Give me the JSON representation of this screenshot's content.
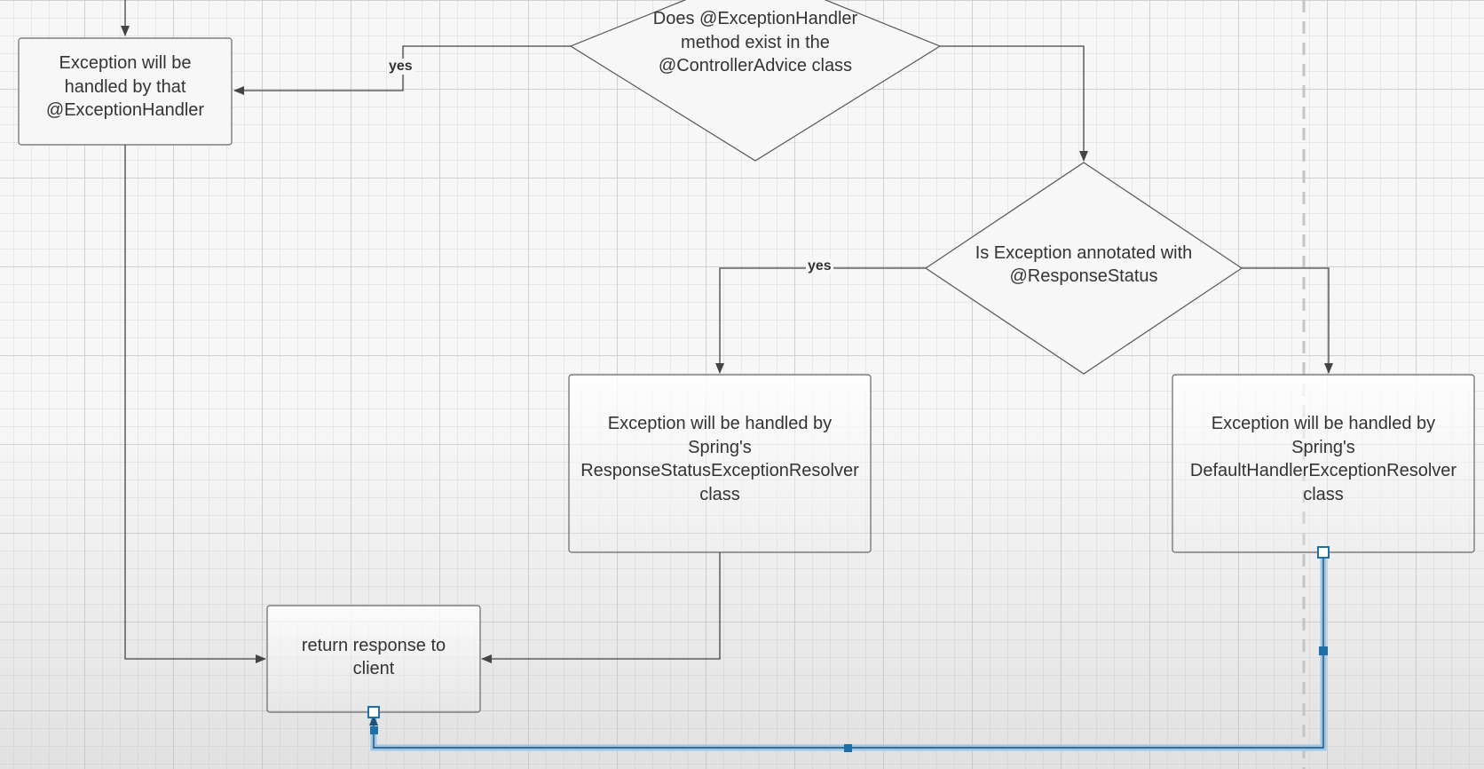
{
  "diagram": {
    "decisions": {
      "controller_advice": "Does @ExceptionHandler\nmethod exist in the\n@ControllerAdvice class",
      "response_status": "Is Exception annotated with\n@ResponseStatus"
    },
    "processes": {
      "handled_by_handler": "Exception will be\nhandled by that\n@ExceptionHandler",
      "response_status_resolver": "Exception will be handled by\nSpring's\nResponseStatusExceptionResolver\nclass",
      "default_handler_resolver": "Exception will be handled by\nSpring's\nDefaultHandlerExceptionResolver\nclass",
      "return_response": "return response to\nclient"
    },
    "edge_labels": {
      "advice_yes": "yes",
      "status_yes": "yes"
    },
    "colors": {
      "line": "#444444",
      "selection": "#1e6fa8",
      "grid": "#c8c8c8"
    }
  }
}
